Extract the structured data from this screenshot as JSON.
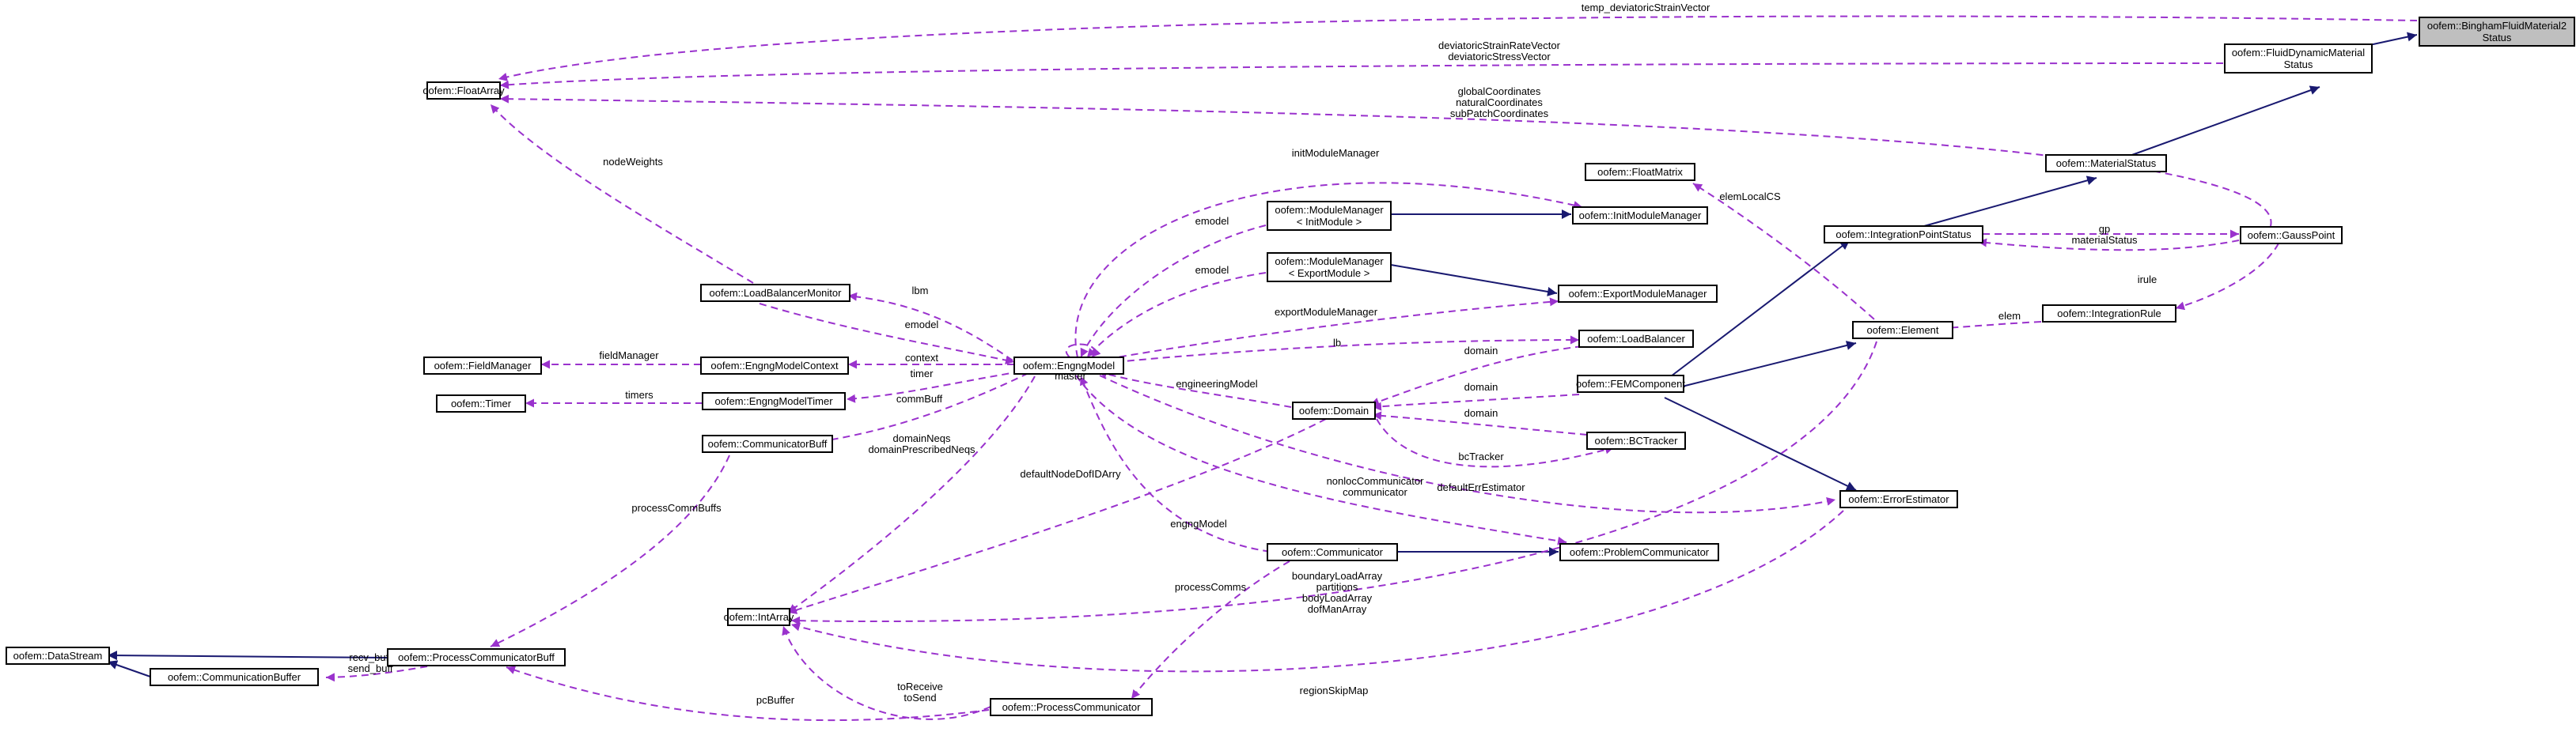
{
  "colors": {
    "usage_edge": "#9a32cd",
    "inheritance_edge": "#191970",
    "root_fill": "#bfbfbf"
  },
  "nodes": {
    "root": [
      "oofem::BinghamFluidMaterial2",
      "Status"
    ],
    "fluid_status": [
      "oofem::FluidDynamicMaterial",
      "Status"
    ],
    "material_status": [
      "oofem::MaterialStatus"
    ],
    "ip_status": [
      "oofem::IntegrationPointStatus"
    ],
    "gausspoint": [
      "oofem::GaussPoint"
    ],
    "integration_rule": [
      "oofem::IntegrationRule"
    ],
    "element": [
      "oofem::Element"
    ],
    "femcomponent": [
      "oofem::FEMComponent"
    ],
    "error_estimator": [
      "oofem::ErrorEstimator"
    ],
    "floatmatrix": [
      "oofem::FloatMatrix"
    ],
    "init_module_manager": [
      "oofem::InitModuleManager"
    ],
    "export_module_manager": [
      "oofem::ExportModuleManager"
    ],
    "load_balancer": [
      "oofem::LoadBalancer"
    ],
    "bctracker": [
      "oofem::BCTracker"
    ],
    "problem_communicator": [
      "oofem::ProblemCommunicator"
    ],
    "module_manager_init": [
      "oofem::ModuleManager",
      "< InitModule >"
    ],
    "module_manager_export": [
      "oofem::ModuleManager",
      "< ExportModule >"
    ],
    "domain": [
      "oofem::Domain"
    ],
    "communicator": [
      "oofem::Communicator"
    ],
    "engng_model": [
      "oofem::EngngModel"
    ],
    "floatarray": [
      "oofem::FloatArray"
    ],
    "lb_monitor": [
      "oofem::LoadBalancerMonitor"
    ],
    "field_manager": [
      "oofem::FieldManager"
    ],
    "engng_model_context": [
      "oofem::EngngModelContext"
    ],
    "timer": [
      "oofem::Timer"
    ],
    "engng_model_timer": [
      "oofem::EngngModelTimer"
    ],
    "communicator_buff": [
      "oofem::CommunicatorBuff"
    ],
    "intarray": [
      "oofem::IntArray"
    ],
    "datastream": [
      "oofem::DataStream"
    ],
    "process_comm_buff": [
      "oofem::ProcessCommunicatorBuff"
    ],
    "communication_buffer": [
      "oofem::CommunicationBuffer"
    ],
    "process_communicator": [
      "oofem::ProcessCommunicator"
    ]
  },
  "edge_labels": {
    "temp_dev": [
      "temp_deviatoricStrainVector"
    ],
    "dev_vectors": [
      "deviatoricStrainRateVector",
      "deviatoricStressVector"
    ],
    "coords": [
      "globalCoordinates",
      "naturalCoordinates",
      "subPatchCoordinates"
    ],
    "node_weights": [
      "nodeWeights"
    ],
    "init_module_manager": [
      "initModuleManager"
    ],
    "emodel_init": [
      "emodel"
    ],
    "emodel_export": [
      "emodel"
    ],
    "lbm": [
      "lbm"
    ],
    "emodel_lbm": [
      "emodel"
    ],
    "master": [
      "master"
    ],
    "export_module_manager": [
      "exportModuleManager"
    ],
    "lb": [
      "lb"
    ],
    "field_manager": [
      "fieldManager"
    ],
    "context": [
      "context"
    ],
    "timer": [
      "timer"
    ],
    "timers": [
      "timers"
    ],
    "comm_buff": [
      "commBuff"
    ],
    "domain_lb": [
      "domain"
    ],
    "engineering_model": [
      "engineeringModel"
    ],
    "domain_fem": [
      "domain"
    ],
    "domain_bct": [
      "domain"
    ],
    "bc_tracker": [
      "bcTracker"
    ],
    "elem_local_cs": [
      "elemLocalCS"
    ],
    "gp_material": [
      "gp",
      "materialStatus"
    ],
    "irule": [
      "irule"
    ],
    "elem": [
      "elem"
    ],
    "domain_neqs": [
      "domainNeqs",
      "domainPrescribedNeqs"
    ],
    "default_node_dof": [
      "defaultNodeDofIDArry"
    ],
    "nonloc_comm": [
      "nonlocCommunicator",
      "communicator"
    ],
    "default_err_est": [
      "defaultErrEstimator"
    ],
    "process_comm_buffs": [
      "processCommBuffs"
    ],
    "engng_model_comm": [
      "engngModel"
    ],
    "process_comms": [
      "processComms"
    ],
    "intarray_misc": [
      "boundaryLoadArray",
      "partitions",
      "bodyLoadArray",
      "dofManArray"
    ],
    "recv_send_buff": [
      "recv_buff",
      "send_buff"
    ],
    "region_skip_map": [
      "regionSkipMap"
    ],
    "to_receive_send": [
      "toReceive",
      "toSend"
    ],
    "pc_buffer": [
      "pcBuffer"
    ]
  }
}
